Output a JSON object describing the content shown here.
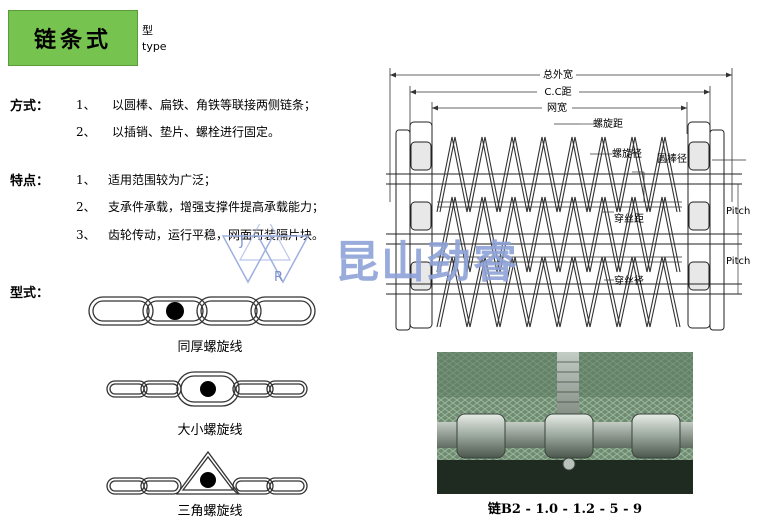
{
  "header": {
    "title": "链条式",
    "type_cn": "型",
    "type_en": "type"
  },
  "method": {
    "heading": "方式：",
    "items": [
      {
        "num": "1、",
        "text": "以圆棒、扁铁、角铁等联接两侧链条；"
      },
      {
        "num": "2、",
        "text": "以插销、垫片、螺栓进行固定。"
      }
    ]
  },
  "features": {
    "heading": "特点：",
    "items": [
      {
        "num": "1、",
        "text": "适用范围较为广泛；"
      },
      {
        "num": "2、",
        "text": "支承件承载，增强支撑件提高承载能力；"
      },
      {
        "num": "3、",
        "text": "齿轮传动，运行平稳，网面可装隔片块。"
      }
    ]
  },
  "types": {
    "heading": "型式：",
    "captions": [
      "同厚螺旋线",
      "大小螺旋线",
      "三角螺旋线"
    ]
  },
  "watermark": {
    "letters": [
      "J",
      "R"
    ],
    "text": "昆山劲睿"
  },
  "diagram": {
    "labels": {
      "overall_width": "总外宽",
      "cc_distance": "C.C距",
      "mesh_width": "网宽",
      "spiral_pitch": "螺旋距",
      "spiral_dia": "螺旋径",
      "rod_dia": "圆棒径",
      "cross_pitch": "穿丝距",
      "cross_dia": "穿丝径",
      "pitch1": "Pitch",
      "pitch2": "Pitch"
    }
  },
  "photo": {
    "caption": "链B2 - 1.0 - 1.2 - 5 - 9"
  }
}
